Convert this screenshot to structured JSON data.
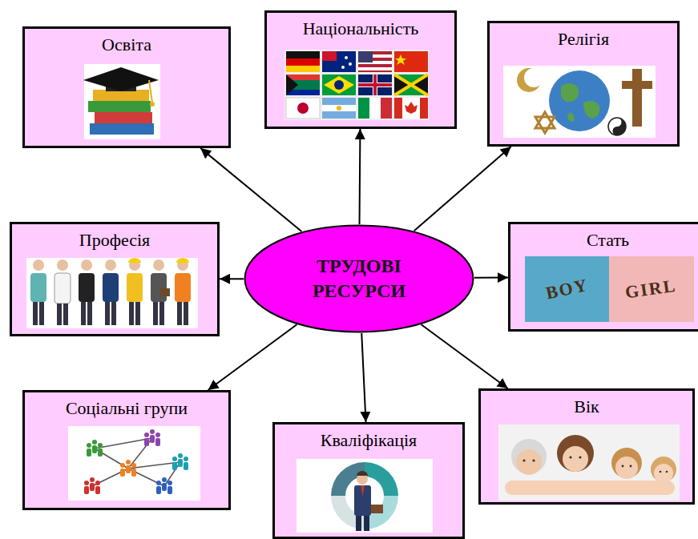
{
  "diagram": {
    "nodes": [
      {
        "text": [
          "Освіта"
        ]
      },
      {
        "text": [
          "Національність"
        ]
      },
      {
        "text": [
          "Релігія"
        ]
      },
      {
        "text": [
          "Професія"
        ]
      },
      {
        "text": [
          "ТРУДОВІ РЕСУРСИ"
        ]
      },
      {
        "text": [
          "Стать",
          "BOY",
          "GIRL"
        ]
      },
      {
        "text": [
          "Соціальні групи"
        ]
      },
      {
        "text": [
          "Кваліфікація"
        ]
      },
      {
        "text": [
          "Вік"
        ]
      }
    ],
    "edges": [
      {
        "from": 4,
        "to": 0,
        "arrow": "to"
      },
      {
        "from": 4,
        "to": 1,
        "arrow": "to"
      },
      {
        "from": 4,
        "to": 2,
        "arrow": "to"
      },
      {
        "from": 4,
        "to": 3,
        "arrow": "to"
      },
      {
        "from": 4,
        "to": 5,
        "arrow": "to"
      },
      {
        "from": 4,
        "to": 6,
        "arrow": "to"
      },
      {
        "from": 4,
        "to": 7,
        "arrow": "to"
      },
      {
        "from": 4,
        "to": 8,
        "arrow": "to"
      }
    ]
  }
}
